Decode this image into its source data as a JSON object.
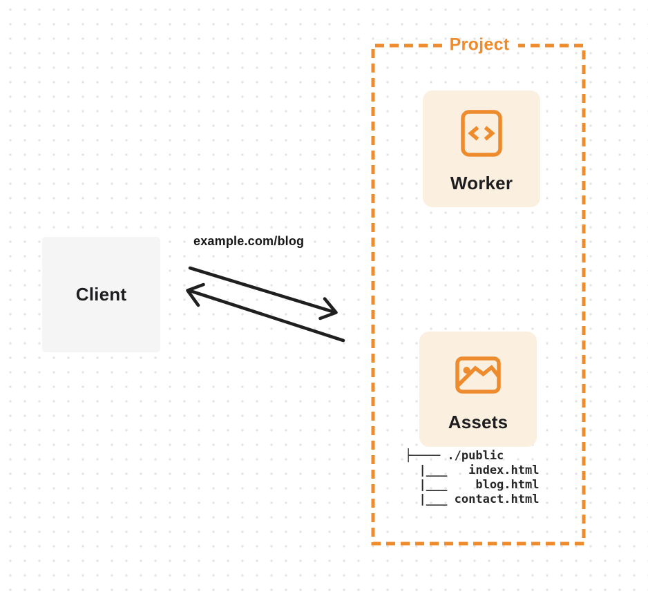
{
  "colors": {
    "accent_orange": "#ED8B2D",
    "card_cream": "#FBF0E0",
    "client_gray": "#F5F5F6",
    "ink": "#1F1F1F",
    "dot_gray": "#E3E3E6"
  },
  "project": {
    "label": "Project"
  },
  "worker": {
    "label": "Worker",
    "icon": "code-file-icon"
  },
  "assets": {
    "label": "Assets",
    "icon": "image-icon"
  },
  "client": {
    "label": "Client"
  },
  "request": {
    "url_label": "example.com/blog"
  },
  "file_tree": {
    "lines": [
      "├──── ./public",
      "  |___   index.html",
      "  |___    blog.html",
      "  |___ contact.html"
    ]
  }
}
